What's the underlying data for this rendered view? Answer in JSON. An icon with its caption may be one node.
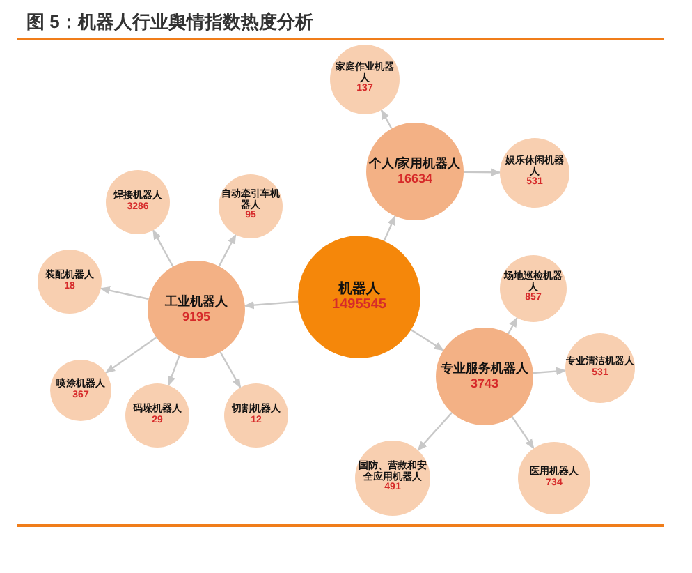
{
  "diagram": {
    "title": "图 5：机器人行业舆情指数热度分析",
    "nodes": [
      {
        "text": [
          "机器人",
          "1495545"
        ]
      },
      {
        "text": [
          "个人/家用机器人",
          "16634"
        ]
      },
      {
        "text": [
          "家庭作业机器人",
          "137"
        ]
      },
      {
        "text": [
          "娱乐休闲机器人",
          "531"
        ]
      },
      {
        "text": [
          "工业机器人",
          "9195"
        ]
      },
      {
        "text": [
          "焊接机器人",
          "3286"
        ]
      },
      {
        "text": [
          "自动牵引车机器人",
          "95"
        ]
      },
      {
        "text": [
          "装配机器人",
          "18"
        ]
      },
      {
        "text": [
          "喷涂机器人",
          "367"
        ]
      },
      {
        "text": [
          "码垛机器人",
          "29"
        ]
      },
      {
        "text": [
          "切割机器人",
          "12"
        ]
      },
      {
        "text": [
          "专业服务机器人",
          "3743"
        ]
      },
      {
        "text": [
          "场地巡检机器人",
          "857"
        ]
      },
      {
        "text": [
          "专业清洁机器人",
          "531"
        ]
      },
      {
        "text": [
          "国防、营救和安全应用机器人",
          "491"
        ]
      },
      {
        "text": [
          "医用机器人",
          "734"
        ]
      }
    ],
    "edges": [
      {
        "from": 0,
        "to": 1,
        "arrow": "to"
      },
      {
        "from": 0,
        "to": 4,
        "arrow": "to"
      },
      {
        "from": 0,
        "to": 11,
        "arrow": "to"
      },
      {
        "from": 1,
        "to": 2,
        "arrow": "to"
      },
      {
        "from": 1,
        "to": 3,
        "arrow": "to"
      },
      {
        "from": 4,
        "to": 5,
        "arrow": "to"
      },
      {
        "from": 4,
        "to": 6,
        "arrow": "to"
      },
      {
        "from": 4,
        "to": 7,
        "arrow": "to"
      },
      {
        "from": 4,
        "to": 8,
        "arrow": "to"
      },
      {
        "from": 4,
        "to": 9,
        "arrow": "to"
      },
      {
        "from": 4,
        "to": 10,
        "arrow": "to"
      },
      {
        "from": 11,
        "to": 12,
        "arrow": "to"
      },
      {
        "from": 11,
        "to": 13,
        "arrow": "to"
      },
      {
        "from": 11,
        "to": 14,
        "arrow": "to"
      },
      {
        "from": 11,
        "to": 15,
        "arrow": "to"
      }
    ]
  }
}
